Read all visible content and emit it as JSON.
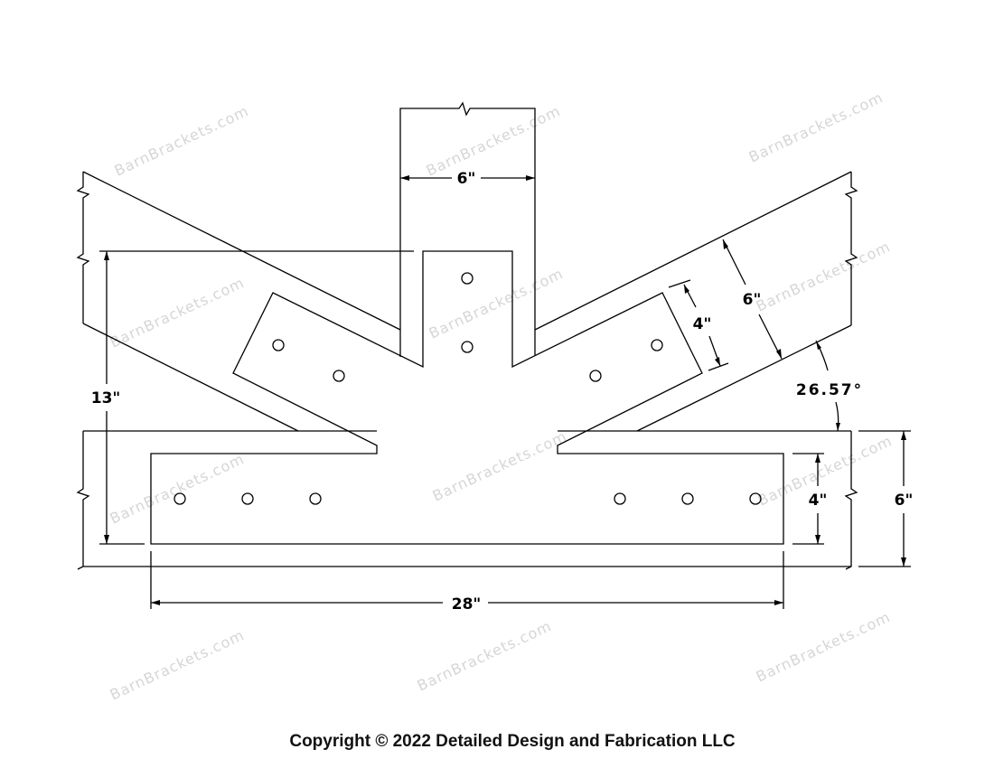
{
  "drawing": {
    "dimensions": {
      "post_width": "6\"",
      "total_height": "13\"",
      "rafter_depth": "6\"",
      "rafter_plate_width": "4\"",
      "angle": "26.57°",
      "beam_plate_width": "4\"",
      "beam_depth": "6\"",
      "bracket_length": "28\""
    },
    "watermark": "BarnBrackets.com",
    "copyright": "Copyright © 2022 Detailed Design and Fabrication LLC"
  }
}
